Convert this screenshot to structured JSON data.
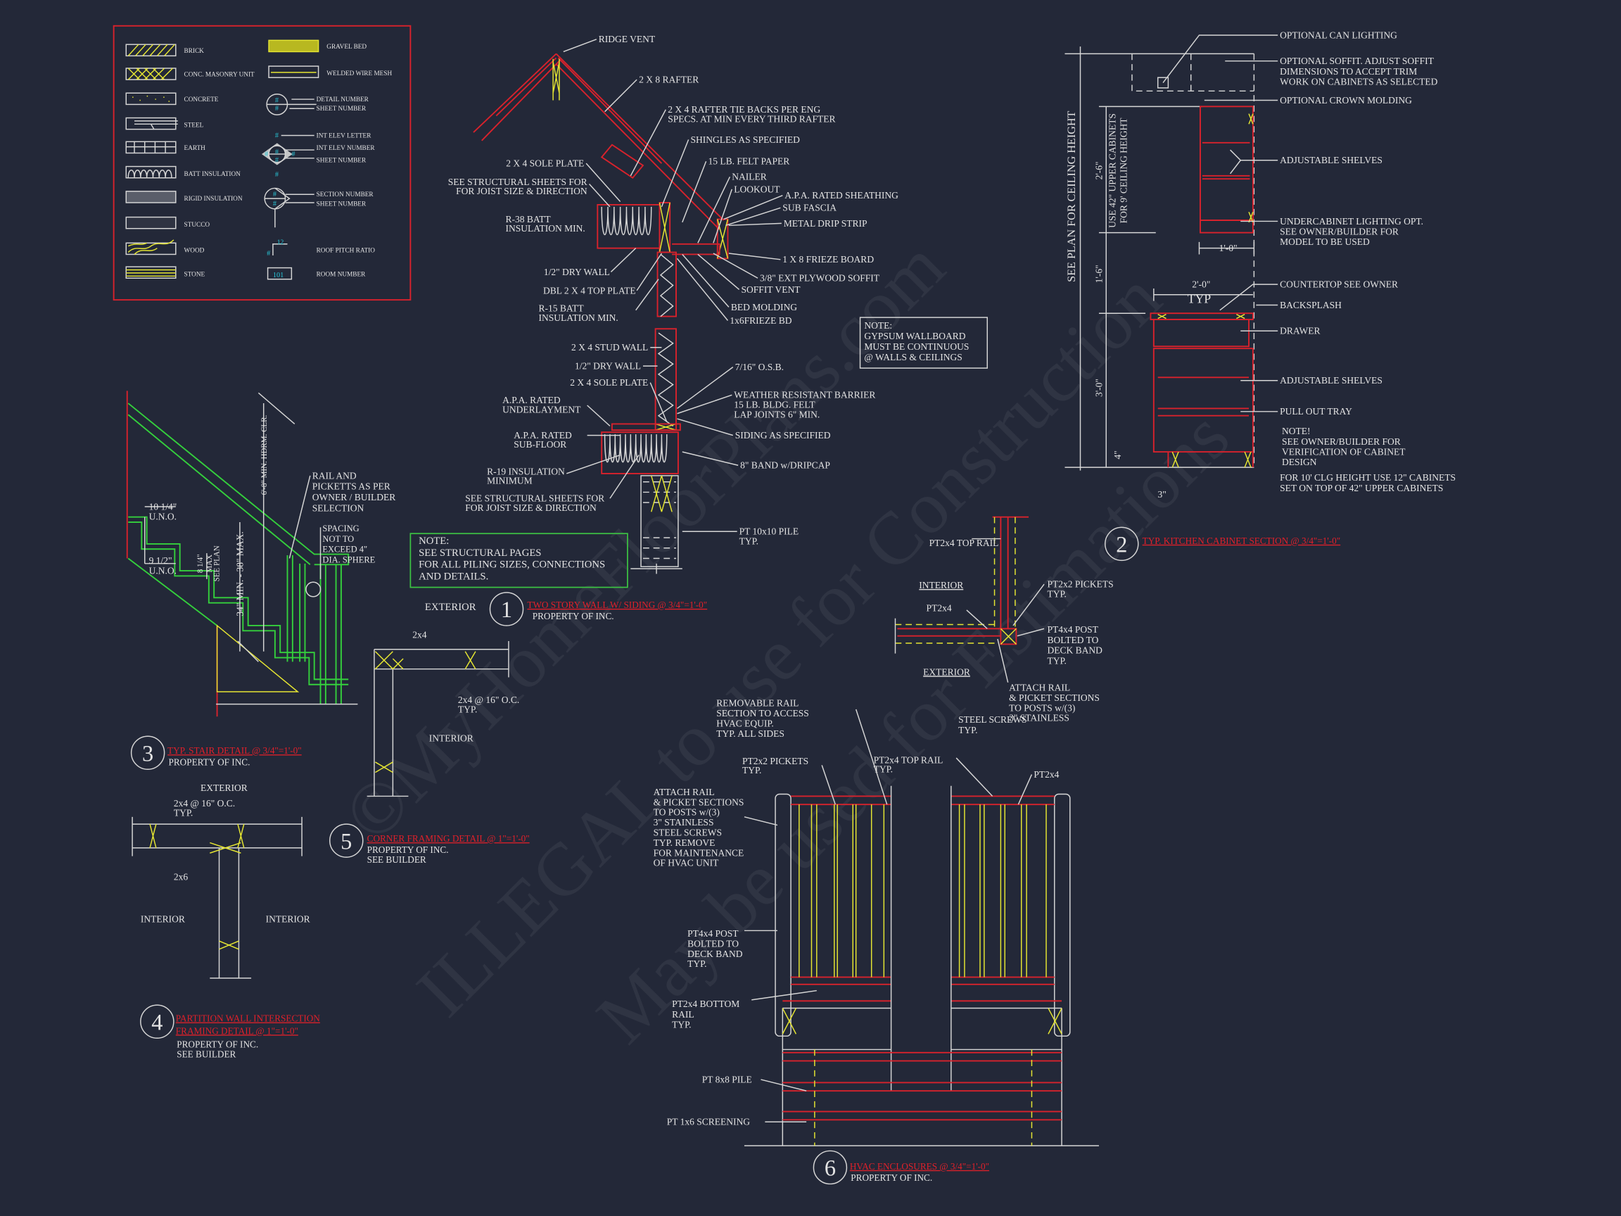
{
  "sheet": {
    "background": "#232838",
    "accent_red": "#d8222c",
    "accent_yellow": "#e6e632",
    "accent_green": "#34d03c"
  },
  "watermarks": [
    "©MyHomeFloorPlans.com",
    "ILLEGAL to use for Construction",
    "May be used for Estimations"
  ],
  "legend": {
    "materials": [
      "BRICK",
      "CONC. MASONRY UNIT",
      "CONCRETE",
      "STEEL",
      "EARTH",
      "BATT INSULATION",
      "RIGID INSULATION",
      "STUCCO",
      "WOOD",
      "STONE"
    ],
    "gravel_bed": "GRAVEL BED",
    "welded_wire_mesh": "WELDED WIRE MESH",
    "detail_symbol": [
      "DETAIL NUMBER",
      "SHEET NUMBER"
    ],
    "elev_symbol": [
      "INT ELEV LETTER",
      "INT ELEV NUMBER",
      "SHEET NUMBER"
    ],
    "section_symbol": [
      "SECTION NUMBER",
      "SHEET NUMBER"
    ],
    "roof_pitch": "ROOF PITCH RATIO",
    "roof_pitch_value": "12",
    "room_number": "ROOM NUMBER",
    "room_number_value": "101",
    "hash": "#"
  },
  "detail1": {
    "number": "1",
    "title": "TWO STORY WALL W/ SIDING @     3/4\"=1'-0\"",
    "owner": "PROPERTY OF  INC.",
    "exterior": "EXTERIOR",
    "ridge_vent": "RIDGE VENT",
    "rafter": "2 X 8 RAFTER",
    "tie_backs": [
      "2 X 4 RAFTER TIE BACKS PER ENG",
      "SPECS. AT MIN EVERY THIRD RAFTER"
    ],
    "shingles": "SHINGLES AS SPECIFIED",
    "felt_paper": "15 LB. FELT PAPER",
    "nailer": "NAILER",
    "lookout": "LOOKOUT",
    "sheathing": "A.P.A. RATED SHEATHING",
    "sub_fascia": "SUB FASCIA",
    "drip_strip": "METAL DRIP STRIP",
    "sole_plate_top": "2 X 4 SOLE PLATE",
    "joist_note_top": [
      "SEE STRUCTURAL SHEETS FOR",
      "FOR JOIST SIZE & DIRECTION"
    ],
    "r38": [
      "R-38 BATT",
      "INSULATION MIN."
    ],
    "dry_wall_top": "1/2\" DRY WALL",
    "top_plate": "DBL 2 X 4 TOP PLATE",
    "r15": [
      "R-15 BATT",
      "INSULATION MIN."
    ],
    "frieze_board": "1 X 8  FRIEZE BOARD",
    "soffit": "3/8\" EXT PLYWOOD SOFFIT",
    "soffit_vent": "SOFFIT VENT",
    "bed_molding": "BED MOLDING",
    "frieze_bd": "1x6FRIEZE BD",
    "gypsum_note": [
      "NOTE:",
      "GYPSUM WALLBOARD",
      "MUST BE CONTINUOUS",
      "@ WALLS & CEILINGS"
    ],
    "stud_wall": "2 X 4 STUD WALL",
    "dry_wall": "1/2\" DRY WALL",
    "sole_plate": "2 X 4 SOLE PLATE",
    "underlayment": [
      "A.P.A. RATED",
      "UNDERLAYMENT"
    ],
    "subfloor": [
      "A.P.A. RATED",
      "SUB-FLOOR"
    ],
    "r19": [
      "R-19 INSULATION",
      "MINIMUM"
    ],
    "joist_note": [
      "SEE STRUCTURAL SHEETS FOR",
      "FOR JOIST SIZE & DIRECTION"
    ],
    "osb": "7/16\" O.S.B.",
    "barrier": [
      "WEATHER RESISTANT BARRIER",
      "15 LB. BLDG. FELT",
      "LAP JOINTS 6\" MIN."
    ],
    "siding": "SIDING AS SPECIFIED",
    "band": "8\" BAND w/DRIPCAP",
    "pile": [
      "PT 10x10 PILE",
      "TYP."
    ],
    "piling_note": [
      "NOTE:",
      "SEE STRUCTURAL PAGES",
      "FOR ALL PILING SIZES, CONNECTIONS",
      "AND DETAILS."
    ]
  },
  "detail2": {
    "number": "2",
    "title": "TYP. KITCHEN CABINET SECTION @        3/4\"=1'-0\"",
    "ceiling_height": "SEE PLAN FOR CEILING HEIGHT",
    "upper_note": [
      "USE 42\" UPPER CABINETS",
      "FOR  9' CEILING HEIGHT"
    ],
    "dims": {
      "upper": "2'-6\"",
      "gap": "1'-6\"",
      "base": "3'-0\"",
      "toe": "4\"",
      "upper_depth": "1'-0\"",
      "base_depth": "2'-0\"",
      "typ": "TYP",
      "toe_depth": "3\""
    },
    "can_lighting": "OPTIONAL CAN LIGHTING",
    "soffit": [
      "OPTIONAL SOFFIT.  ADJUST SOFFIT",
      "DIMENSIONS TO ACCEPT TRIM",
      "WORK ON CABINETS AS SELECTED"
    ],
    "crown": "OPTIONAL CROWN MOLDING",
    "shelves_upper": "ADJUSTABLE SHELVES",
    "undercabinet": [
      "UNDERCABINET LIGHTING OPT.",
      "SEE OWNER/BUILDER FOR",
      "MODEL TO BE USED"
    ],
    "countertop": "COUNTERTOP SEE OWNER",
    "backsplash": "BACKSPLASH",
    "drawer": "DRAWER",
    "shelves_lower": "ADJUSTABLE SHELVES",
    "tray": "PULL OUT TRAY",
    "note": [
      "NOTE!",
      "SEE OWNER/BUILDER FOR",
      "VERIFICATION OF CABINET",
      "DESIGN"
    ],
    "clg_note": [
      "FOR 10' CLG HEIGHT USE 12\" CABINETS",
      "SET ON TOP OF 42\" UPPER CABINETS"
    ]
  },
  "detail3": {
    "number": "3",
    "title": "TYP. STAIR DETAIL @        3/4\"=1'-0\"",
    "owner": "PROPERTY OF  INC.",
    "tread": [
      "10 1/4\"",
      "U.N.O."
    ],
    "tread2": [
      "9 1/2\"",
      "U.N.O."
    ],
    "riser": "8 1/4\"",
    "riser_note": [
      "MAX",
      "SEE PLAN"
    ],
    "rail_height": "34\" MIN. - 38\" MAX.",
    "headroom": "6'-8\" MIN. HDRM. CLR.",
    "rail_note": [
      "RAIL AND",
      "PICKETTS AS PER",
      "OWNER / BUILDER",
      "SELECTION"
    ],
    "spacing_note": [
      "SPACING",
      "NOT TO",
      "EXCEED 4\"",
      "DIA. SPHERE"
    ]
  },
  "detail4": {
    "number": "4",
    "title": [
      "PARTITION WALL INTERSECTION",
      "FRAMING DETAIL @ 1\"=1'-0\""
    ],
    "owner": [
      "PROPERTY OF  INC.",
      "SEE BUILDER"
    ],
    "exterior": "EXTERIOR",
    "studs": [
      "2x4 @ 16\" O.C.",
      "TYP."
    ],
    "blocking": "2x6",
    "interior_left": "INTERIOR",
    "interior_right": "INTERIOR"
  },
  "detail5": {
    "number": "5",
    "title": "CORNER FRAMING DETAIL @ 1\"=1'-0\"",
    "owner": [
      "PROPERTY OF  INC.",
      "SEE BUILDER"
    ],
    "corner": "2x4",
    "studs": [
      "2x4 @ 16\" O.C.",
      "TYP."
    ],
    "interior": "INTERIOR"
  },
  "detail6": {
    "number": "6",
    "title": "HVAC ENCLOSURES @           3/4\"=1'-0\"",
    "owner": "PROPERTY OF  INC.",
    "plan": {
      "top_rail": "PT2x4 TOP RAIL",
      "interior": "INTERIOR",
      "pt2x4": "PT2x4",
      "pickets": [
        "PT2x2 PICKETS",
        "TYP."
      ],
      "post": [
        "PT4x4 POST",
        "BOLTED TO",
        "DECK BAND",
        "TYP."
      ],
      "exterior": "EXTERIOR",
      "attach": [
        "ATTACH RAIL",
        "& PICKET SECTIONS",
        "TO POSTS w/(3)",
        "3\" STAINLESS"
      ],
      "screws": [
        "STEEL SCREWS",
        "TYP."
      ]
    },
    "elevation": {
      "removable": [
        "REMOVABLE RAIL",
        "SECTION TO ACCESS",
        "HVAC EQUIP.",
        "TYP. ALL SIDES"
      ],
      "pickets": [
        "PT2x2 PICKETS",
        "TYP."
      ],
      "top_rail": [
        "PT2x4 TOP RAIL",
        "TYP."
      ],
      "pt2x4": "PT2x4",
      "attach": [
        "ATTACH RAIL",
        "& PICKET SECTIONS",
        "TO POSTS w/(3)",
        "3\" STAINLESS",
        "STEEL SCREWS",
        "TYP. REMOVE",
        "FOR MAINTENANCE",
        "OF HVAC UNIT"
      ],
      "post": [
        "PT4x4 POST",
        "BOLTED TO",
        "DECK BAND",
        "TYP."
      ],
      "bottom_rail": [
        "PT2x4 BOTTOM",
        "RAIL",
        "TYP."
      ],
      "pile": "PT 8x8 PILE",
      "screening": "PT 1x6 SCREENING"
    }
  }
}
